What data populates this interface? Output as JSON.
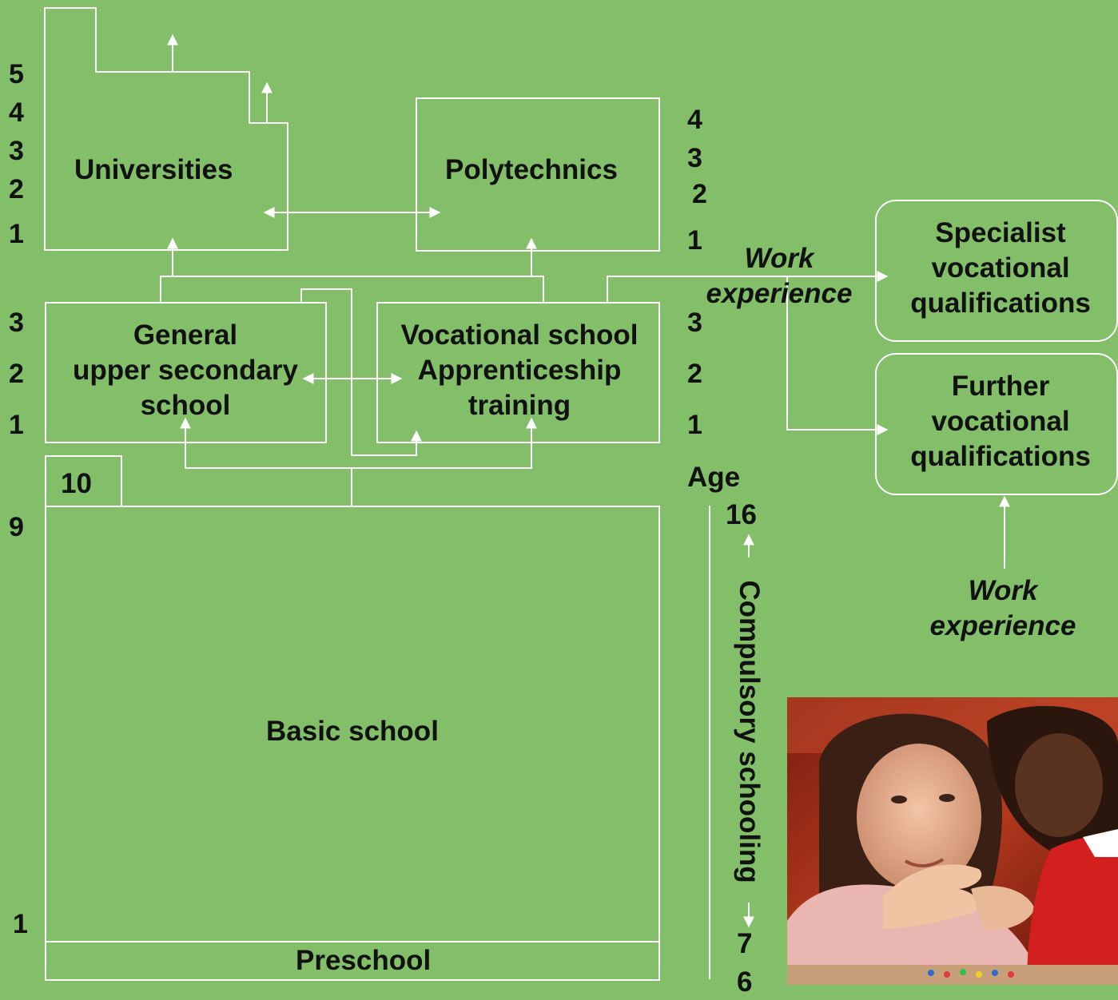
{
  "boxes": {
    "universities": "Universities",
    "polytechnics": "Polytechnics",
    "general_upper_secondary": [
      "General",
      "upper secondary",
      "school"
    ],
    "vocational": [
      "Vocational school",
      "Apprenticeship",
      "training"
    ],
    "grade_10": "10",
    "basic_school": "Basic school",
    "preschool": "Preschool",
    "specialist_vq": [
      "Specialist",
      "vocational",
      "qualifications"
    ],
    "further_vq": [
      "Further",
      "vocational",
      "qualifications"
    ]
  },
  "labels": {
    "work_experience_top": [
      "Work",
      "experience"
    ],
    "work_experience_bottom": [
      "Work",
      "experience"
    ],
    "age": "Age",
    "compulsory_schooling": "Compulsory schooling",
    "age_16": "16",
    "age_7": "7",
    "age_6": "6"
  },
  "year_numbers": {
    "university_years": [
      "5",
      "4",
      "3",
      "2",
      "1"
    ],
    "polytechnic_years": [
      "4",
      "3",
      "2",
      "1"
    ],
    "secondary_left": [
      "3",
      "2",
      "1"
    ],
    "secondary_right": [
      "3",
      "2",
      "1"
    ],
    "basic_top": "9",
    "basic_bottom": "1"
  },
  "photo": {
    "description_icon": "teacher-with-child-photo"
  },
  "colors": {
    "background": "#82bf68",
    "lines": "#ffffff",
    "text": "#111111"
  }
}
